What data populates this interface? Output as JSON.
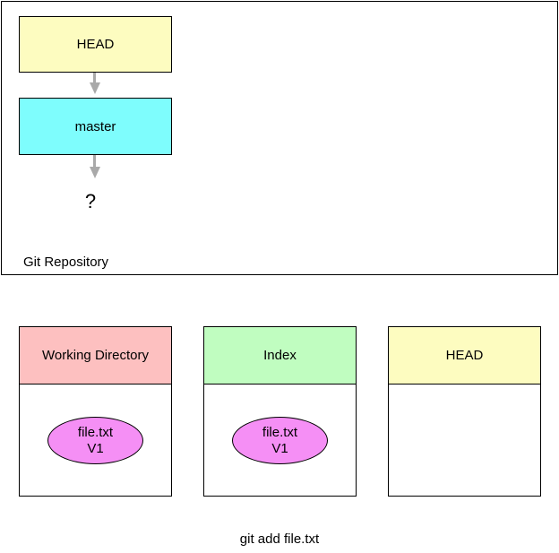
{
  "repository": {
    "label": "Git Repository",
    "head_ref": "HEAD",
    "branch_ref": "master",
    "commit_placeholder": "?"
  },
  "areas": [
    {
      "title": "Working Directory",
      "color": "#fdc0c0",
      "file": {
        "name": "file.txt",
        "version": "V1"
      }
    },
    {
      "title": "Index",
      "color": "#c0fdc0",
      "file": {
        "name": "file.txt",
        "version": "V1"
      }
    },
    {
      "title": "HEAD",
      "color": "#fdfcc0"
    }
  ],
  "colors": {
    "head_ref": "#fdfcc0",
    "branch_ref": "#7efdfd",
    "blob": "#f58ff5",
    "arrow": "#a9a9a9"
  },
  "command": "git add file.txt"
}
